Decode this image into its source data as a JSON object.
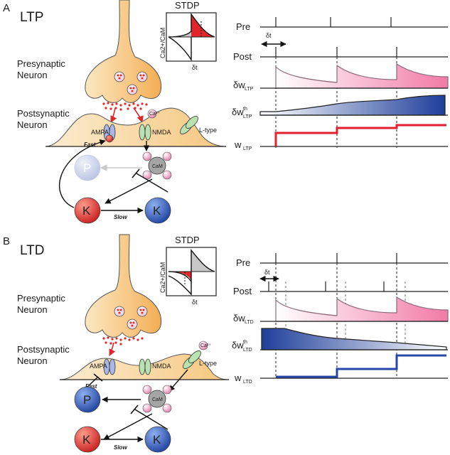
{
  "panels": [
    {
      "id": "A",
      "letter": "A",
      "title": "LTP",
      "presynaptic_label": [
        "Presynaptic",
        "Neuron"
      ],
      "postsynaptic_label": [
        "Postsynaptic",
        "Neuron"
      ],
      "receptors": {
        "ampa": "AMPA",
        "nmda": "NMDA",
        "ltype": "L-type"
      },
      "pathway": {
        "fast": "Fast",
        "slow": "Slow",
        "camkinase": "CaM",
        "p_node": "P",
        "k_node": "K"
      },
      "stdp": {
        "title": "STDP",
        "ylabel": "Ca2+/CaM",
        "xlabel": "δt"
      },
      "traces": {
        "pre": "Pre",
        "post": "Post",
        "dw": "δw",
        "dw_sub": "LTP",
        "dwth": "δw",
        "dwth_sup": "th",
        "dwth_sub": "LTP",
        "w": "w",
        "w_sub": "LTP",
        "dt": "δt"
      },
      "colors": {
        "p_node": "#cdd5ea",
        "k_left": "#e2302e",
        "k_right": "#2d56b8",
        "w_trace": "#e3202f",
        "fill": "#f27aa7"
      }
    },
    {
      "id": "B",
      "letter": "B",
      "title": "LTD",
      "presynaptic_label": [
        "Presynaptic",
        "Neuron"
      ],
      "postsynaptic_label": [
        "Postsynaptic",
        "Neuron"
      ],
      "receptors": {
        "ampa": "AMPA",
        "nmda": "NMDA",
        "ltype": "L-type"
      },
      "pathway": {
        "fast": "Fast",
        "slow": "Slow",
        "camkinase": "CaM",
        "p_node": "P",
        "k_node": "K"
      },
      "stdp": {
        "title": "STDP",
        "ylabel": "Ca2+/CaM",
        "xlabel": "δt"
      },
      "traces": {
        "pre": "Pre",
        "post": "Post",
        "dw": "δw",
        "dw_sub": "LTD",
        "dwth": "δw",
        "dwth_sup": "th",
        "dwth_sub": "LTD",
        "w": "w",
        "w_sub": "LTD",
        "dt": "δt"
      },
      "colors": {
        "p_node": "#2d56b8",
        "k_left": "#e2302e",
        "k_right": "#2d56b8",
        "w_trace": "#2747a8",
        "fill": "#1e3e9a"
      }
    }
  ]
}
